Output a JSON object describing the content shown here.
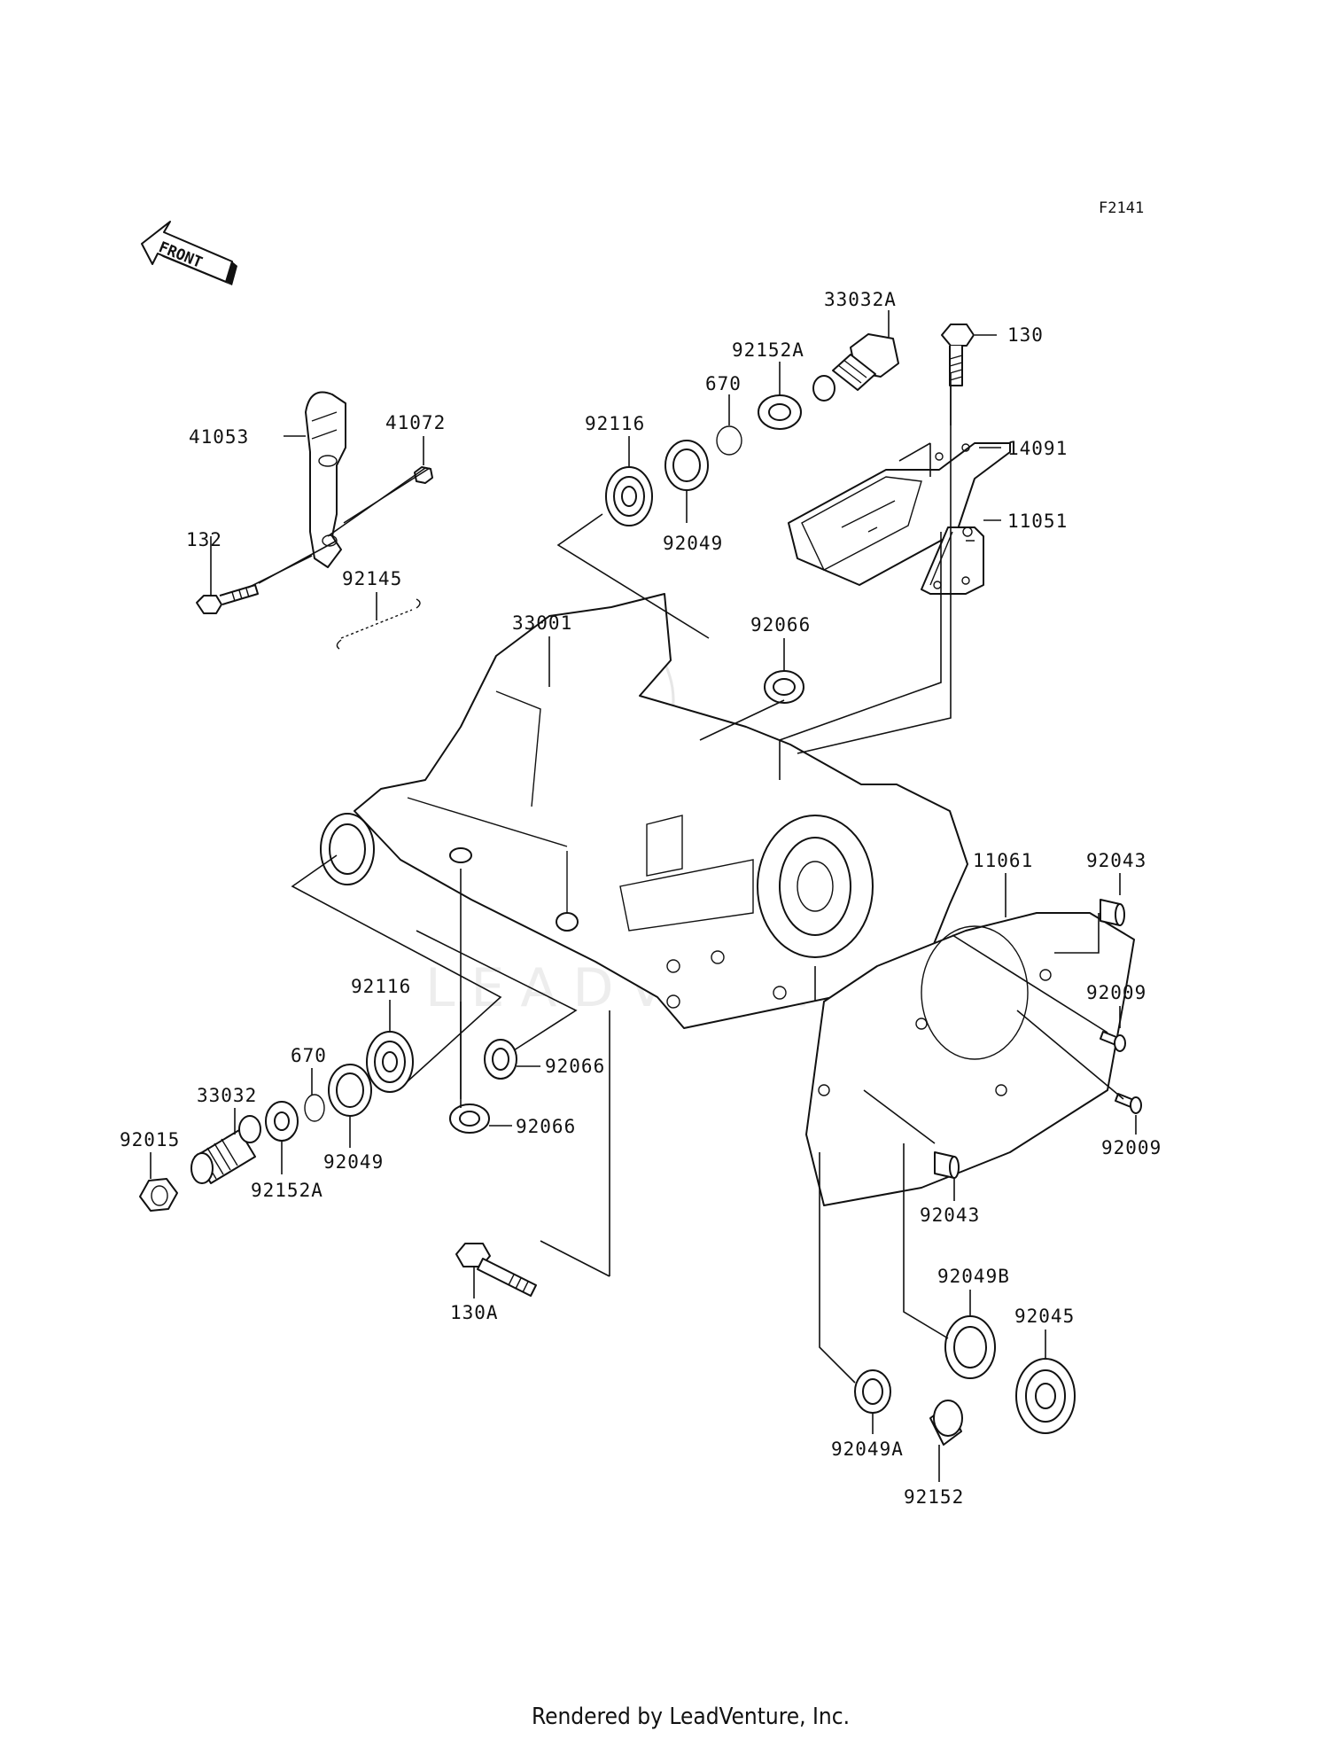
{
  "diagram": {
    "ref_code": "F2141",
    "front_label": "FRONT",
    "footer": "Rendered by LeadVenture, Inc.",
    "watermark": "LEADVENTURE",
    "parts": [
      {
        "id": "p_33032A",
        "label": "33032A"
      },
      {
        "id": "p_130",
        "label": "130"
      },
      {
        "id": "p_92152A_top",
        "label": "92152A"
      },
      {
        "id": "p_670_top",
        "label": "670"
      },
      {
        "id": "p_92116_top",
        "label": "92116"
      },
      {
        "id": "p_92049_top",
        "label": "92049"
      },
      {
        "id": "p_14091",
        "label": "14091"
      },
      {
        "id": "p_11051",
        "label": "11051"
      },
      {
        "id": "p_41053",
        "label": "41053"
      },
      {
        "id": "p_41072",
        "label": "41072"
      },
      {
        "id": "p_132",
        "label": "132"
      },
      {
        "id": "p_92145",
        "label": "92145"
      },
      {
        "id": "p_33001",
        "label": "33001"
      },
      {
        "id": "p_92066_top",
        "label": "92066"
      },
      {
        "id": "p_11061",
        "label": "11061"
      },
      {
        "id": "p_92043_top",
        "label": "92043"
      },
      {
        "id": "p_92009_a",
        "label": "92009"
      },
      {
        "id": "p_92009_b",
        "label": "92009"
      },
      {
        "id": "p_92116_low",
        "label": "92116"
      },
      {
        "id": "p_670_low",
        "label": "670"
      },
      {
        "id": "p_33032",
        "label": "33032"
      },
      {
        "id": "p_92015",
        "label": "92015"
      },
      {
        "id": "p_92049_low",
        "label": "92049"
      },
      {
        "id": "p_92152A_low",
        "label": "92152A"
      },
      {
        "id": "p_92066_mid",
        "label": "92066"
      },
      {
        "id": "p_92066_low",
        "label": "92066"
      },
      {
        "id": "p_92043_low",
        "label": "92043"
      },
      {
        "id": "p_130A",
        "label": "130A"
      },
      {
        "id": "p_92049B",
        "label": "92049B"
      },
      {
        "id": "p_92045",
        "label": "92045"
      },
      {
        "id": "p_92049A",
        "label": "92049A"
      },
      {
        "id": "p_92152",
        "label": "92152"
      }
    ]
  }
}
